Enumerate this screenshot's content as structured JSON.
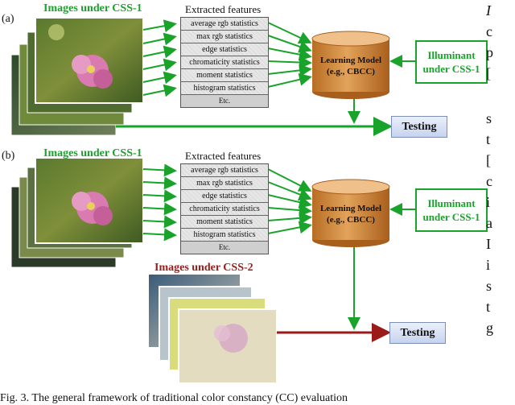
{
  "panels": [
    {
      "label": "(a)",
      "images_title": "Images under CSS-1",
      "features_title": "Extracted features",
      "features": [
        "average rgb statistics",
        "max rgb statistics",
        "edge statistics",
        "chromaticity statistics",
        "moment statistics",
        "histogram statistics",
        "Etc."
      ],
      "model_line1": "Learning Model",
      "model_line2": "(e.g., CBCC)",
      "illuminant_line1": "Illuminant",
      "illuminant_line2": "under CSS-1",
      "testing": "Testing"
    },
    {
      "label": "(b)",
      "images_title": "Images under CSS-1",
      "features_title": "Extracted features",
      "features": [
        "average rgb statistics",
        "max rgb statistics",
        "edge statistics",
        "chromaticity statistics",
        "moment statistics",
        "histogram statistics",
        "Etc."
      ],
      "model_line1": "Learning Model",
      "model_line2": "(e.g., CBCC)",
      "illuminant_line1": "Illuminant",
      "illuminant_line2": "under CSS-1",
      "testing": "Testing",
      "css2_title": "Images under CSS-2"
    }
  ],
  "right_column_text": [
    "I",
    "c",
    "p",
    "[",
    "",
    "s",
    "t",
    "[",
    "c",
    "i",
    "a",
    "I",
    "i",
    "s",
    "t",
    "g"
  ],
  "caption": "Fig. 3.  The general framework of traditional color constancy (CC) evaluation",
  "colors": {
    "green": "#1aa32a",
    "red_arrow": "#9b1b1b",
    "model_fill": "#d08a3c"
  }
}
